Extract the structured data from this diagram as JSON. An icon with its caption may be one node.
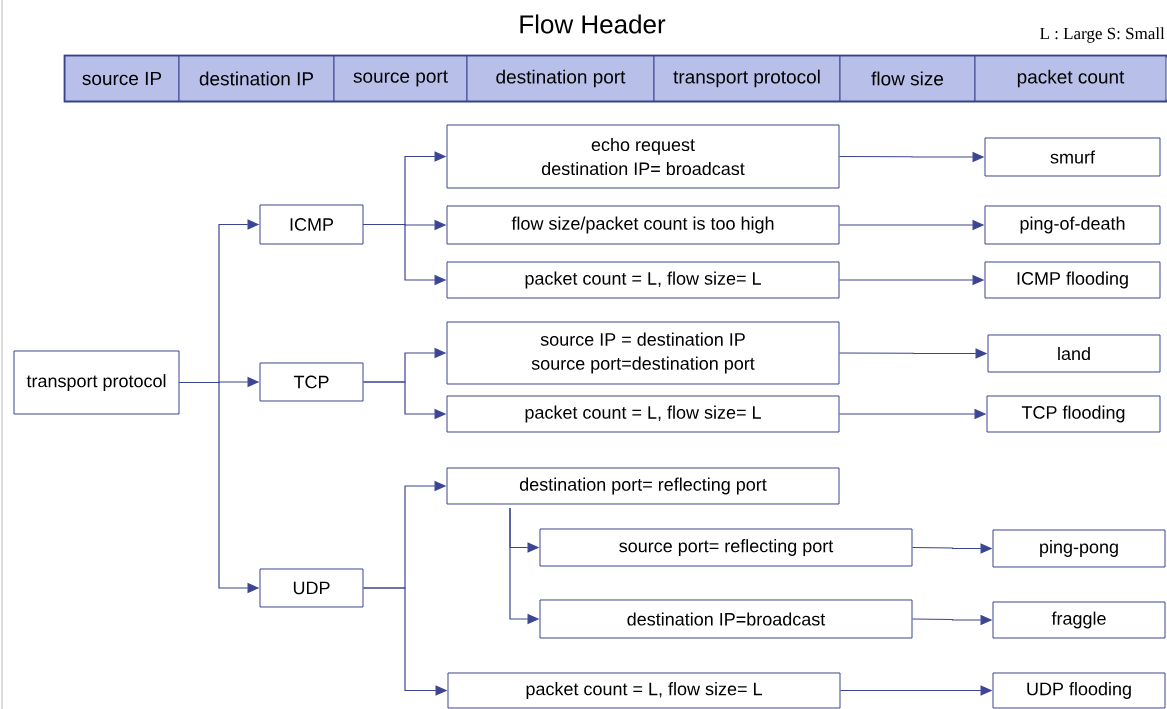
{
  "diagram": {
    "title": "Flow Header",
    "nodes": [
      {
        "text": [
          "source IP"
        ]
      },
      {
        "text": [
          "destination IP"
        ]
      },
      {
        "text": [
          "source port"
        ]
      },
      {
        "text": [
          "destination port"
        ]
      },
      {
        "text": [
          "transport protocol"
        ]
      },
      {
        "text": [
          "flow size"
        ]
      },
      {
        "text": [
          "packet count"
        ]
      },
      {
        "text": [
          "transport protocol"
        ]
      },
      {
        "text": [
          "ICMP"
        ]
      },
      {
        "text": [
          "TCP"
        ]
      },
      {
        "text": [
          "UDP"
        ]
      },
      {
        "text": [
          "echo request",
          "destination IP= broadcast"
        ]
      },
      {
        "text": [
          "flow size/packet count is too high"
        ]
      },
      {
        "text": [
          "packet count = L, flow size= L"
        ]
      },
      {
        "text": [
          "source IP = destination IP",
          "source port=destination port"
        ]
      },
      {
        "text": [
          "packet count = L, flow size= L"
        ]
      },
      {
        "text": [
          "destination port= reflecting port"
        ]
      },
      {
        "text": [
          "source port= reflecting port"
        ]
      },
      {
        "text": [
          "destination IP=broadcast"
        ]
      },
      {
        "text": [
          "packet count = L, flow size= L"
        ]
      },
      {
        "text": [
          "smurf"
        ]
      },
      {
        "text": [
          "ping-of-death"
        ]
      },
      {
        "text": [
          "ICMP flooding"
        ]
      },
      {
        "text": [
          "land"
        ]
      },
      {
        "text": [
          "TCP flooding"
        ]
      },
      {
        "text": [
          "ping-pong"
        ]
      },
      {
        "text": [
          "fraggle"
        ]
      },
      {
        "text": [
          "UDP flooding"
        ]
      }
    ],
    "edges": [
      {
        "from": 7,
        "to": 8,
        "arrow": "to"
      },
      {
        "from": 7,
        "to": 9,
        "arrow": "to"
      },
      {
        "from": 7,
        "to": 10,
        "arrow": "to"
      },
      {
        "from": 8,
        "to": 11,
        "arrow": "to"
      },
      {
        "from": 8,
        "to": 12,
        "arrow": "to"
      },
      {
        "from": 8,
        "to": 13,
        "arrow": "to"
      },
      {
        "from": 9,
        "to": 14,
        "arrow": "to"
      },
      {
        "from": 9,
        "to": 15,
        "arrow": "to"
      },
      {
        "from": 10,
        "to": 16,
        "arrow": "to"
      },
      {
        "from": 10,
        "to": 19,
        "arrow": "to"
      },
      {
        "from": 16,
        "to": 17,
        "arrow": "to"
      },
      {
        "from": 16,
        "to": 18,
        "arrow": "to"
      },
      {
        "from": 11,
        "to": 20,
        "arrow": "to"
      },
      {
        "from": 12,
        "to": 21,
        "arrow": "to"
      },
      {
        "from": 13,
        "to": 22,
        "arrow": "to"
      },
      {
        "from": 14,
        "to": 23,
        "arrow": "to"
      },
      {
        "from": 15,
        "to": 24,
        "arrow": "to"
      },
      {
        "from": 17,
        "to": 25,
        "arrow": "to"
      },
      {
        "from": 18,
        "to": 26,
        "arrow": "to"
      },
      {
        "from": 19,
        "to": 27,
        "arrow": "to"
      }
    ],
    "labels": [
      "L : Large S: Small"
    ]
  }
}
